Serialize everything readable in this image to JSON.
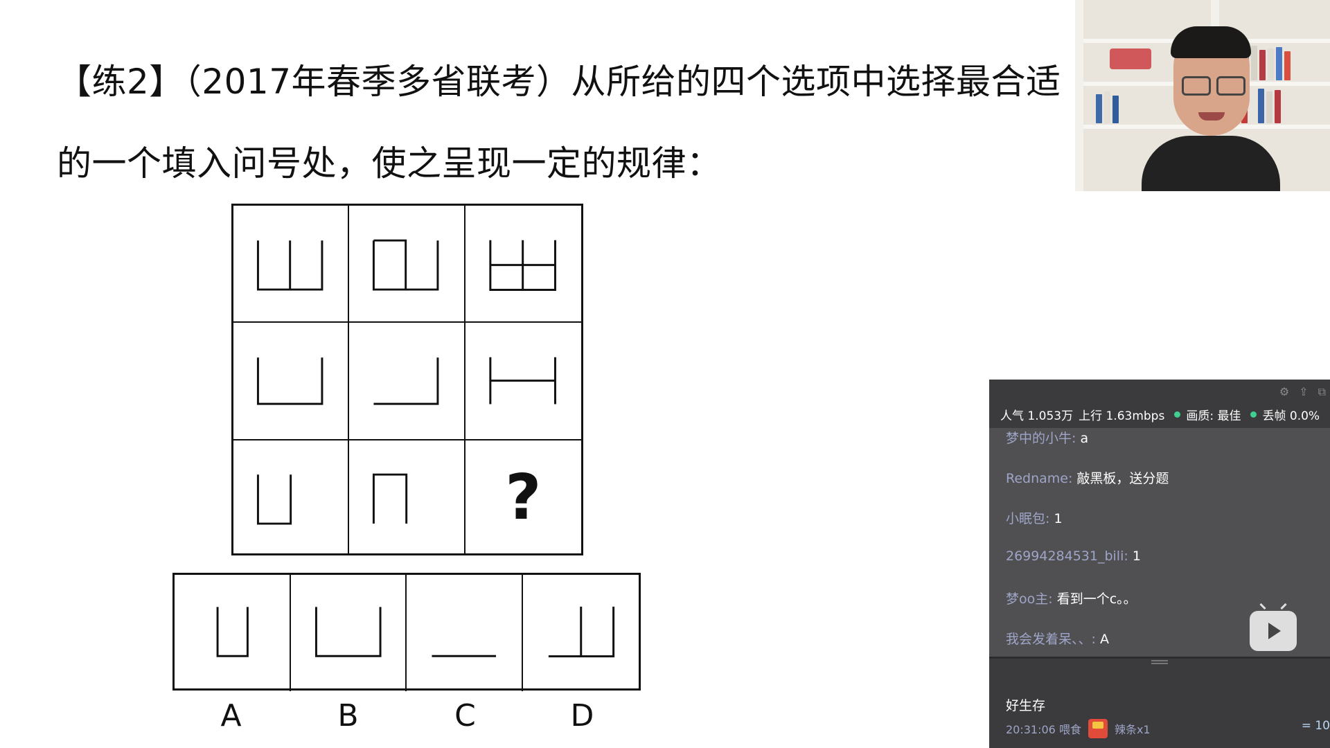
{
  "question": {
    "line1": "【练2】（2017年春季多省联考）从所给的四个选项中选择最合适",
    "line2": "的一个填入问号处，使之呈现一定的规律："
  },
  "grid": {
    "question_mark": "?"
  },
  "options": {
    "labels": [
      "A",
      "B",
      "C",
      "D"
    ]
  },
  "live_panel": {
    "stats": {
      "popularity": "人气 1.053万",
      "upload": "上行 1.63mbps",
      "quality": "画质: 最佳",
      "dropped": "丢帧 0.0%"
    },
    "chat": [
      {
        "user": "梦中的小牛: ",
        "text": "a"
      },
      {
        "user": "Redname: ",
        "text": "敲黑板，送分题"
      },
      {
        "user": "小眠包: ",
        "text": "1"
      },
      {
        "user": "26994284531_bili: ",
        "text": "1"
      },
      {
        "user": "梦oo主: ",
        "text": "看到一个c。。"
      },
      {
        "user": "我会发着呆、、: ",
        "text": "A"
      }
    ],
    "gift": {
      "title": "好生存",
      "time": "20:31:06 喂食",
      "item": "辣条x1",
      "right": "= 10"
    }
  },
  "colors": {
    "panel_bg": "#3b3b3d",
    "chat_bg": "#505052",
    "username": "#9ea5c7",
    "status_dot": "#3fcf8e"
  }
}
